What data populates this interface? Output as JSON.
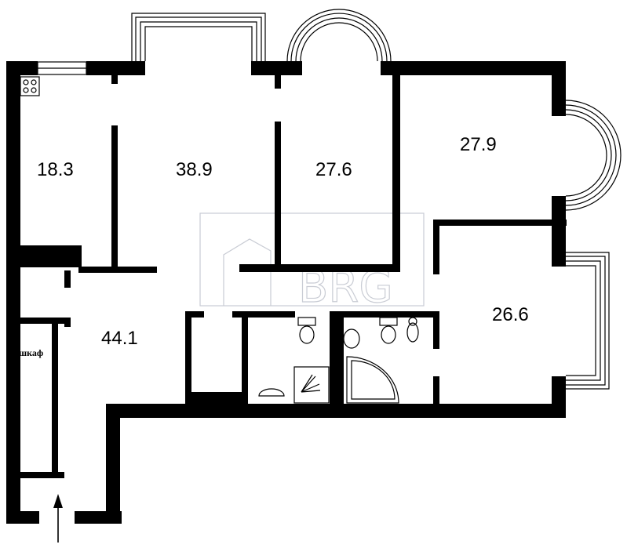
{
  "rooms": [
    {
      "id": "room-a",
      "area": "18.3"
    },
    {
      "id": "room-b",
      "area": "38.9"
    },
    {
      "id": "room-c",
      "area": "27.6"
    },
    {
      "id": "room-d",
      "area": "27.9"
    },
    {
      "id": "room-e",
      "area": "26.6"
    },
    {
      "id": "hall",
      "area": "44.1"
    }
  ],
  "labels": {
    "wardrobe": "шкаф"
  },
  "watermark": "BRG",
  "colors": {
    "wall": "#000000",
    "background": "#ffffff",
    "watermark": "#c9ccd4"
  }
}
